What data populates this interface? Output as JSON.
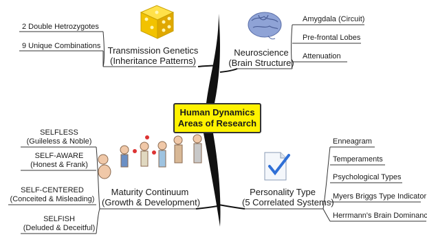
{
  "center": {
    "line1": "Human Dynamics",
    "line2": "Areas of Research",
    "color": "#fff200"
  },
  "branches": {
    "genetics": {
      "title": "Transmission Genetics",
      "subtitle": "(Inheritance Patterns)",
      "icon": "dice-icon",
      "items": [
        "2 Double Hetrozygotes",
        "9 Unique Combinations"
      ]
    },
    "neuroscience": {
      "title": "Neuroscience",
      "subtitle": "(Brain Structure)",
      "icon": "brain-icon",
      "items": [
        "Amygdala (Circuit)",
        "Pre-frontal Lobes",
        "Attenuation"
      ]
    },
    "maturity": {
      "title": "Maturity Continuum",
      "subtitle": "(Growth & Development)",
      "icon": "growth-stages-icon",
      "items": [
        {
          "title": "SELFLESS",
          "sub": "(Guileless & Noble)"
        },
        {
          "title": "SELF-AWARE",
          "sub": "(Honest & Frank)"
        },
        {
          "title": "SELF-CENTERED",
          "sub": "(Conceited & Misleading)"
        },
        {
          "title": "SELFISH",
          "sub": "(Deluded & Deceitful)"
        }
      ]
    },
    "personality": {
      "title": "Personality Type",
      "subtitle": "(5 Correlated Systems)",
      "icon": "document-check-icon",
      "items": [
        "Enneagram",
        "Temperaments",
        "Psychological Types",
        "Myers Briggs Type Indicator",
        "Herrmann's Brain Dominance"
      ]
    }
  }
}
